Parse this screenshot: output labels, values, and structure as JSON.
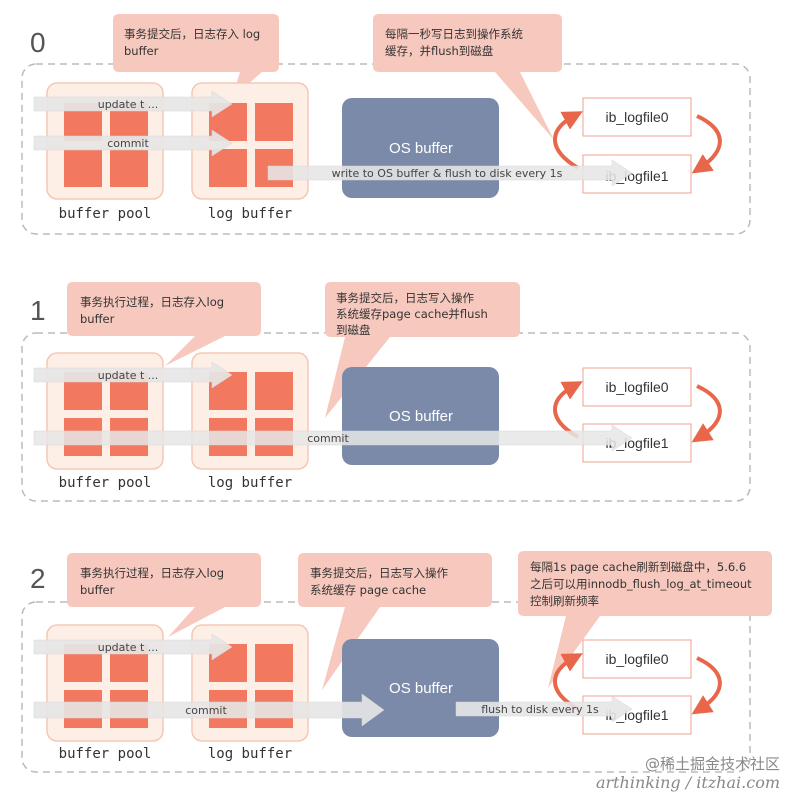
{
  "labels": {
    "buffer_pool": "buffer pool",
    "log_buffer": "log buffer",
    "os_buffer": "OS buffer",
    "logfile0": "ib_logfile0",
    "logfile1": "ib_logfile1",
    "update": "update t ...",
    "commit": "commit"
  },
  "sections": [
    {
      "number": "0",
      "callouts": [
        {
          "lines": [
            "事务提交后，日志存入 log",
            "buffer"
          ]
        },
        {
          "lines": [
            "每隔一秒写日志到操作系统",
            "缓存，并flush到磁盘"
          ]
        }
      ],
      "write_label": "write to OS buffer & flush to disk every 1s"
    },
    {
      "number": "1",
      "callouts": [
        {
          "lines": [
            "事务执行过程，日志存入log",
            "buffer"
          ]
        },
        {
          "lines": [
            "事务提交后，日志写入操作",
            "系统缓存page cache并flush",
            "到磁盘"
          ]
        }
      ]
    },
    {
      "number": "2",
      "callouts": [
        {
          "lines": [
            "事务执行过程，日志存入log",
            "buffer"
          ]
        },
        {
          "lines": [
            "事务提交后，日志写入操作",
            "系统缓存 page cache"
          ]
        },
        {
          "lines": [
            "每隔1s page cache刷新到磁盘中，5.6.6",
            "之后可以用innodb_flush_log_at_timeout",
            "控制刷新频率"
          ]
        }
      ],
      "flush_label": "flush to disk every 1s"
    }
  ],
  "watermark": {
    "brand": "@稀土掘金技术社区",
    "signature": "arthinking / itzhai.com"
  },
  "colors": {
    "callout_bg": "#f7c9be",
    "block_fill": "#f27860",
    "block_bg": "#fdeee6",
    "block_border": "#f3c9b6",
    "os_buffer": "#7a8aa8",
    "curve_arrow": "#e8664a",
    "dashed_border": "#bbbbbb",
    "flow_arrow": "#e2e2e2"
  }
}
